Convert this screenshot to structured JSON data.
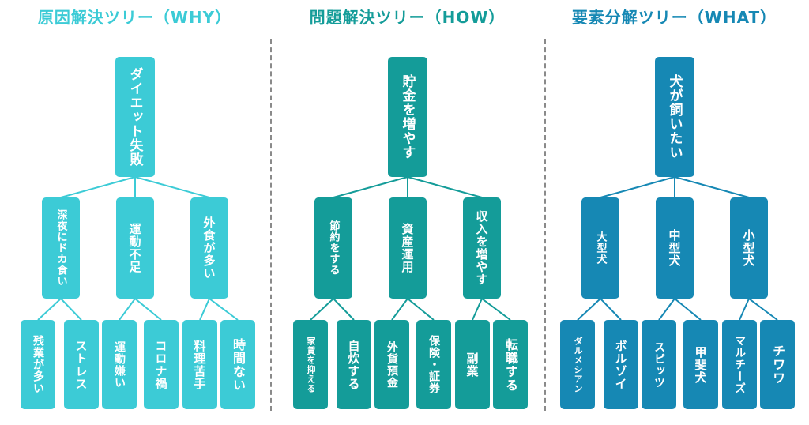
{
  "panels": [
    {
      "title": "原因解決ツリー（WHY）",
      "color": "#3ccbd6",
      "title_color": "#3ccbd6",
      "root": "ダイエット失敗",
      "mid": [
        "深夜にドカ食い",
        "運動不足",
        "外食が多い"
      ],
      "leaves": [
        "残業が多い",
        "ストレス",
        "運動嫌い",
        "コロナ禍",
        "料理苦手",
        "時間ない"
      ]
    },
    {
      "title": "問題解決ツリー（HOW）",
      "color": "#149c99",
      "title_color": "#149c99",
      "root": "貯金を増やす",
      "mid": [
        "節約をする",
        "資産運用",
        "収入を増やす"
      ],
      "leaves": [
        "家賃を抑える",
        "自炊する",
        "外貨預金",
        "保険・証券",
        "副業",
        "転職する"
      ]
    },
    {
      "title": "要素分解ツリー（WHAT）",
      "color": "#1688b4",
      "title_color": "#1688b4",
      "root": "犬が飼いたい",
      "mid": [
        "大型犬",
        "中型犬",
        "小型犬"
      ],
      "leaves": [
        "ダルメシアン",
        "ボルゾイ",
        "スピッツ",
        "甲斐犬",
        "マルチーズ",
        "チワワ"
      ]
    }
  ]
}
